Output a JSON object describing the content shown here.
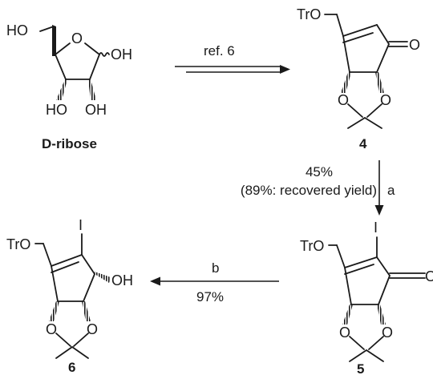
{
  "ribose": {
    "atoms": {
      "ho_top": "HO",
      "o_ring": "O",
      "oh_anomeric": "OH",
      "ho_left": "HO",
      "oh_right": "OH"
    },
    "name": "D-ribose"
  },
  "arrow1": {
    "label": "ref. 6"
  },
  "compound4": {
    "atoms": {
      "tro": "TrO",
      "o_ketone": "O",
      "o_left": "O",
      "o_right": "O"
    },
    "number": "4"
  },
  "arrow2": {
    "yield": "45%",
    "recovered": "(89%: recovered yield)",
    "reagent": "a"
  },
  "compound5": {
    "atoms": {
      "tro": "TrO",
      "iodine": "I",
      "o_ketone": "O",
      "o_left": "O",
      "o_right": "O"
    },
    "number": "5"
  },
  "arrow3": {
    "reagent": "b",
    "yield": "97%"
  },
  "compound6": {
    "atoms": {
      "tro": "TrO",
      "iodine": "I",
      "oh": "OH",
      "o_left": "O",
      "o_right": "O"
    },
    "number": "6"
  }
}
